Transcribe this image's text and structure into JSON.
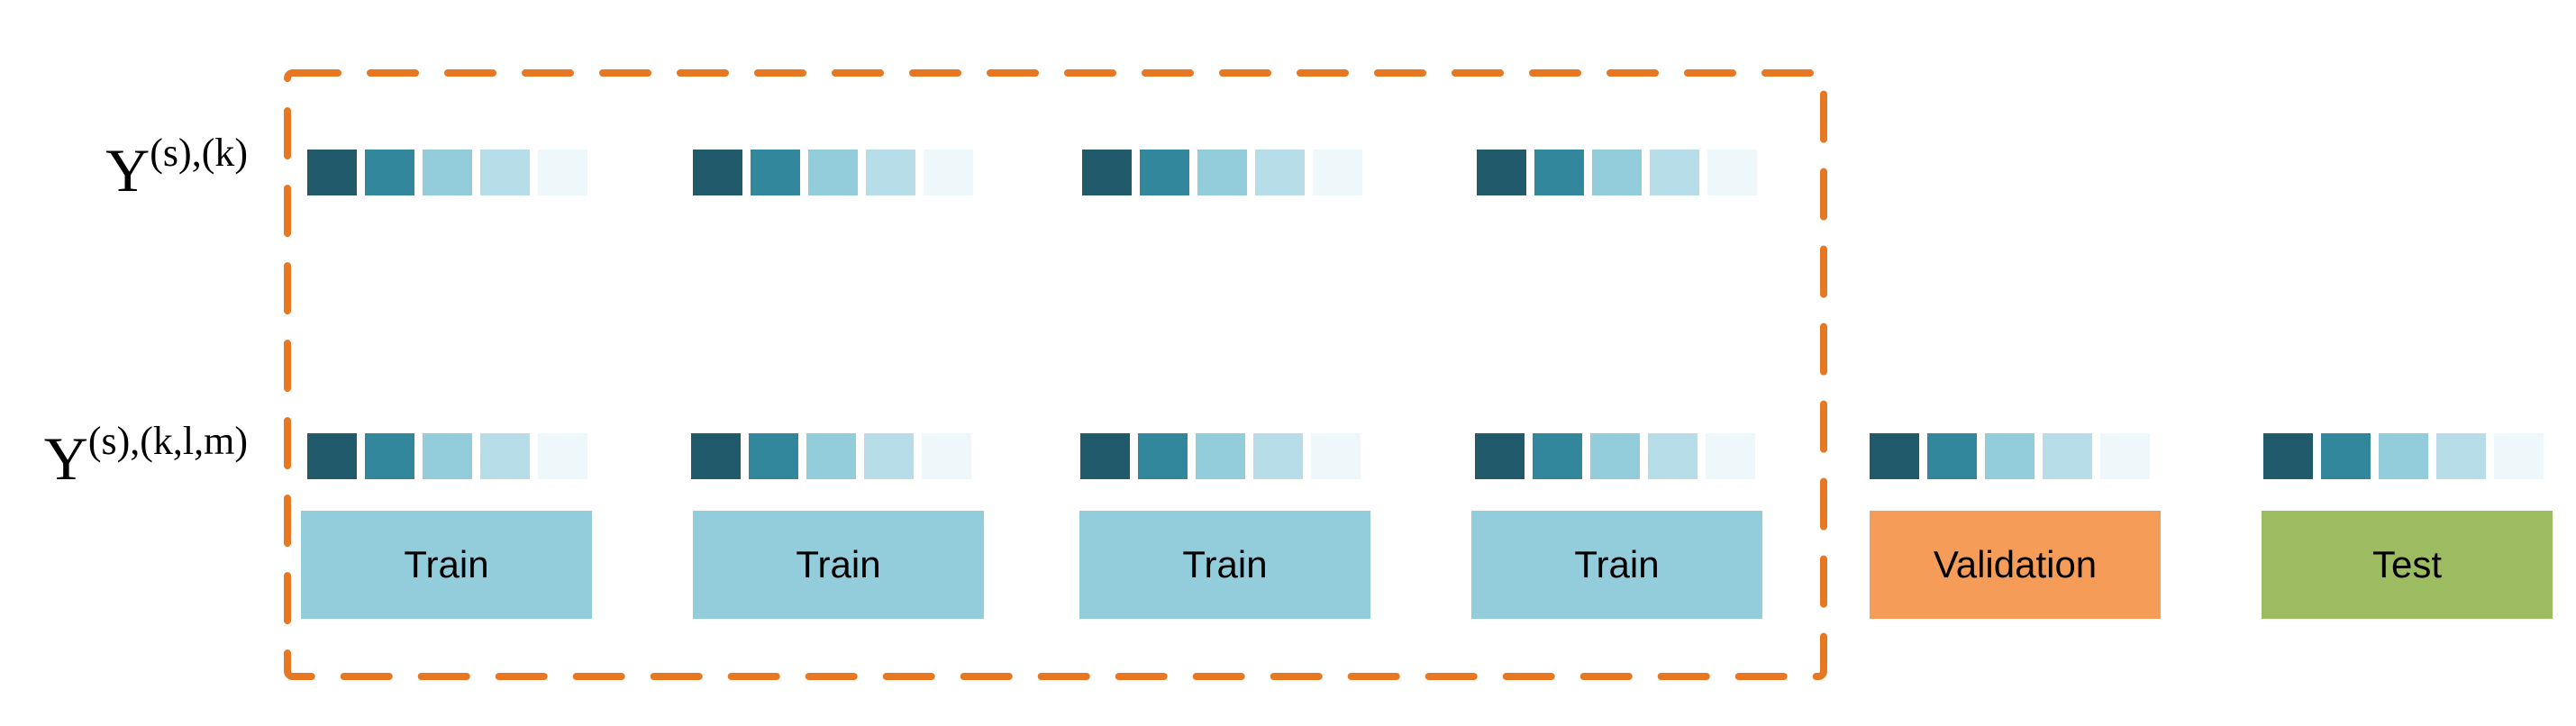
{
  "labels": {
    "row_top": {
      "base": "Y",
      "sup": "(s),(k)"
    },
    "row_bottom": {
      "base": "Y",
      "sup": "(s),(k,l,m)"
    }
  },
  "square_colors": [
    "#215a6a",
    "#33879c",
    "#93cddb",
    "#b7dde8",
    "#eef7fa"
  ],
  "frame_color": "#e87722",
  "splits": [
    {
      "label": "Train",
      "color": "#93cddb",
      "in_frame": true
    },
    {
      "label": "Train",
      "color": "#93cddb",
      "in_frame": true
    },
    {
      "label": "Train",
      "color": "#93cddb",
      "in_frame": true
    },
    {
      "label": "Train",
      "color": "#93cddb",
      "in_frame": true
    },
    {
      "label": "Validation",
      "color": "#f59d58",
      "in_frame": false
    },
    {
      "label": "Test",
      "color": "#9dbb61",
      "in_frame": false
    }
  ]
}
